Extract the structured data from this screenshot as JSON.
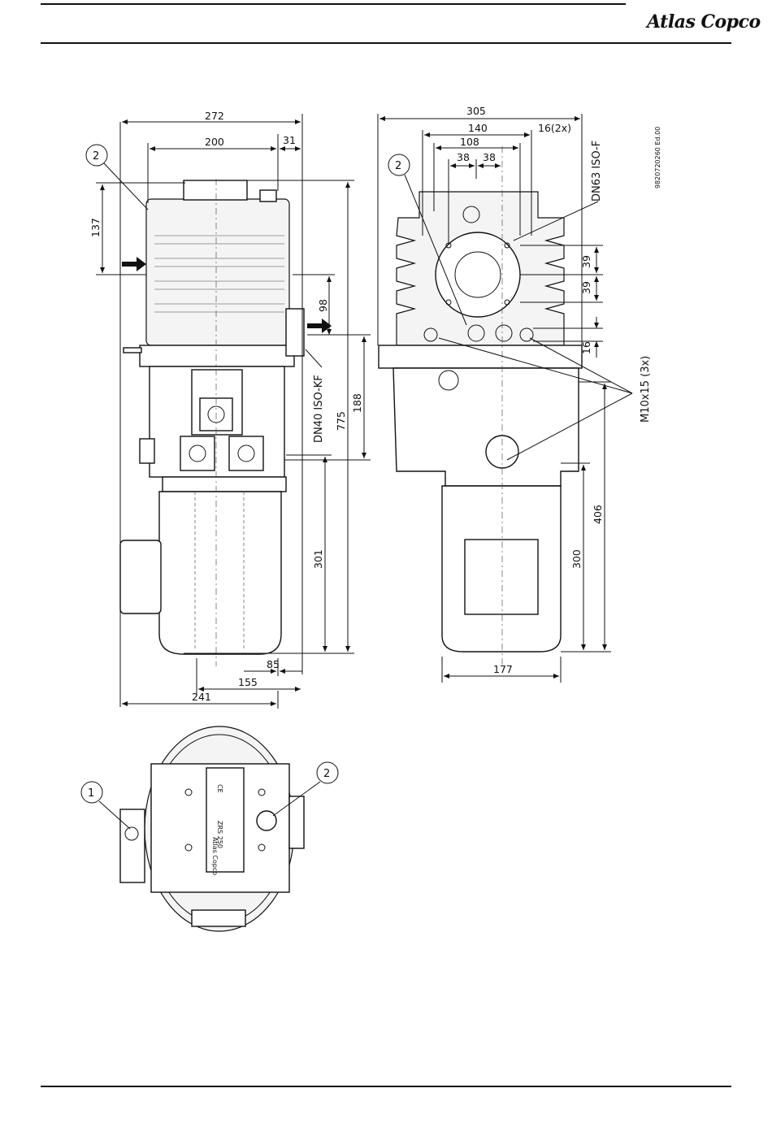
{
  "header": {
    "logo_text": "Atlas Copco"
  },
  "document": {
    "code": "9820720260 Ed.00"
  },
  "side_view": {
    "dimensions": {
      "overall_width": "272",
      "inlet_offset": "200",
      "edge_offset": "31",
      "inlet_height": "137",
      "outlet_height": "98",
      "mid_height": "188",
      "total_height": "775",
      "motor_height": "301",
      "motor_offset_a": "85",
      "motor_offset_b": "155",
      "base_width": "241"
    },
    "port_label": "DN40 ISO-KF",
    "callout": "2"
  },
  "front_view": {
    "dimensions": {
      "overall_width": "305",
      "hole_span": "140",
      "holes": "16(2x)",
      "inner_span": "108",
      "pitch_a": "38",
      "pitch_b": "38",
      "vert_a": "39",
      "vert_b": "39",
      "vert_c": "16",
      "motor_height": "300",
      "base_height": "406",
      "motor_width": "177"
    },
    "port_label": "DN63 ISO-F",
    "thread_label": "M10x15 (3x)",
    "callout": "2"
  },
  "top_view": {
    "callout_1": "1",
    "callout_2": "2",
    "nameplate_model": "ZRS 250",
    "nameplate_mark": "CE",
    "nameplate_brand": "Atlas Copco"
  }
}
